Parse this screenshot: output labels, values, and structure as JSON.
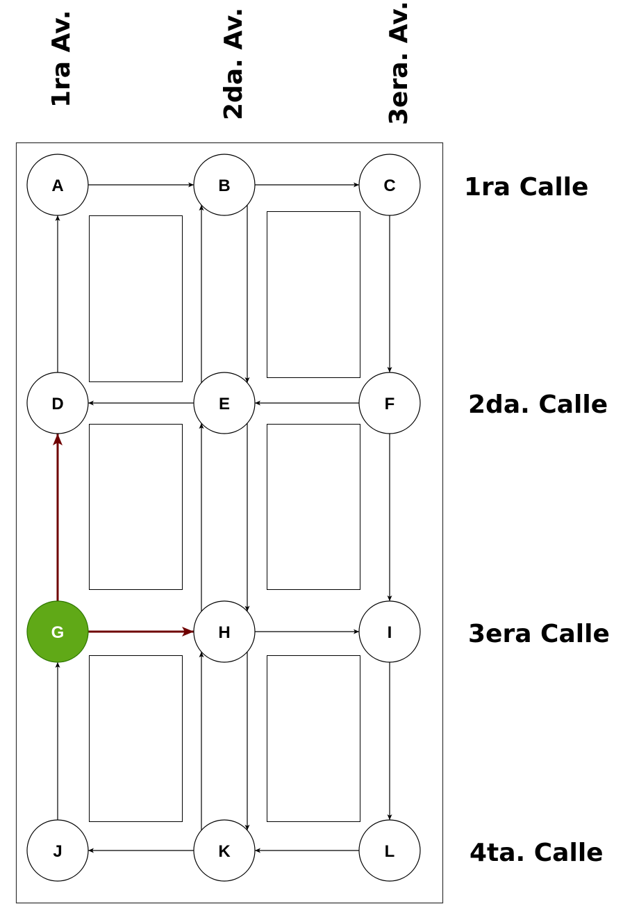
{
  "avenues": [
    {
      "id": "av1",
      "label": "1ra Av."
    },
    {
      "id": "av2",
      "label": "2da. Av."
    },
    {
      "id": "av3",
      "label": "3era. Av."
    }
  ],
  "streets": [
    {
      "id": "st1",
      "label": "1ra Calle"
    },
    {
      "id": "st2",
      "label": "2da. Calle"
    },
    {
      "id": "st3",
      "label": "3era Calle"
    },
    {
      "id": "st4",
      "label": "4ta. Calle"
    }
  ],
  "nodes": [
    {
      "id": "A",
      "label": "A"
    },
    {
      "id": "B",
      "label": "B"
    },
    {
      "id": "C",
      "label": "C"
    },
    {
      "id": "D",
      "label": "D"
    },
    {
      "id": "E",
      "label": "E"
    },
    {
      "id": "F",
      "label": "F"
    },
    {
      "id": "G",
      "label": "G",
      "highlighted": true
    },
    {
      "id": "H",
      "label": "H"
    },
    {
      "id": "I",
      "label": "I"
    },
    {
      "id": "J",
      "label": "J"
    },
    {
      "id": "K",
      "label": "K"
    },
    {
      "id": "L",
      "label": "L"
    }
  ],
  "edges": [
    {
      "from": "A",
      "to": "B"
    },
    {
      "from": "B",
      "to": "C"
    },
    {
      "from": "D",
      "to": "A"
    },
    {
      "from": "B",
      "to": "E"
    },
    {
      "from": "E",
      "to": "B"
    },
    {
      "from": "C",
      "to": "F"
    },
    {
      "from": "E",
      "to": "D"
    },
    {
      "from": "F",
      "to": "E"
    },
    {
      "from": "G",
      "to": "D",
      "highlighted": true
    },
    {
      "from": "E",
      "to": "H"
    },
    {
      "from": "H",
      "to": "E"
    },
    {
      "from": "F",
      "to": "I"
    },
    {
      "from": "G",
      "to": "H",
      "highlighted": true
    },
    {
      "from": "H",
      "to": "I"
    },
    {
      "from": "J",
      "to": "G"
    },
    {
      "from": "H",
      "to": "K"
    },
    {
      "from": "K",
      "to": "H"
    },
    {
      "from": "I",
      "to": "L"
    },
    {
      "from": "K",
      "to": "J"
    },
    {
      "from": "L",
      "to": "K"
    }
  ],
  "colors": {
    "highlight_node_fill": "#60a917",
    "highlight_node_stroke": "#2d7600",
    "highlight_node_text": "#ffffff",
    "highlight_edge": "#6f0000",
    "edge": "#000000",
    "node_fill": "#ffffff",
    "frame": "#333333"
  }
}
